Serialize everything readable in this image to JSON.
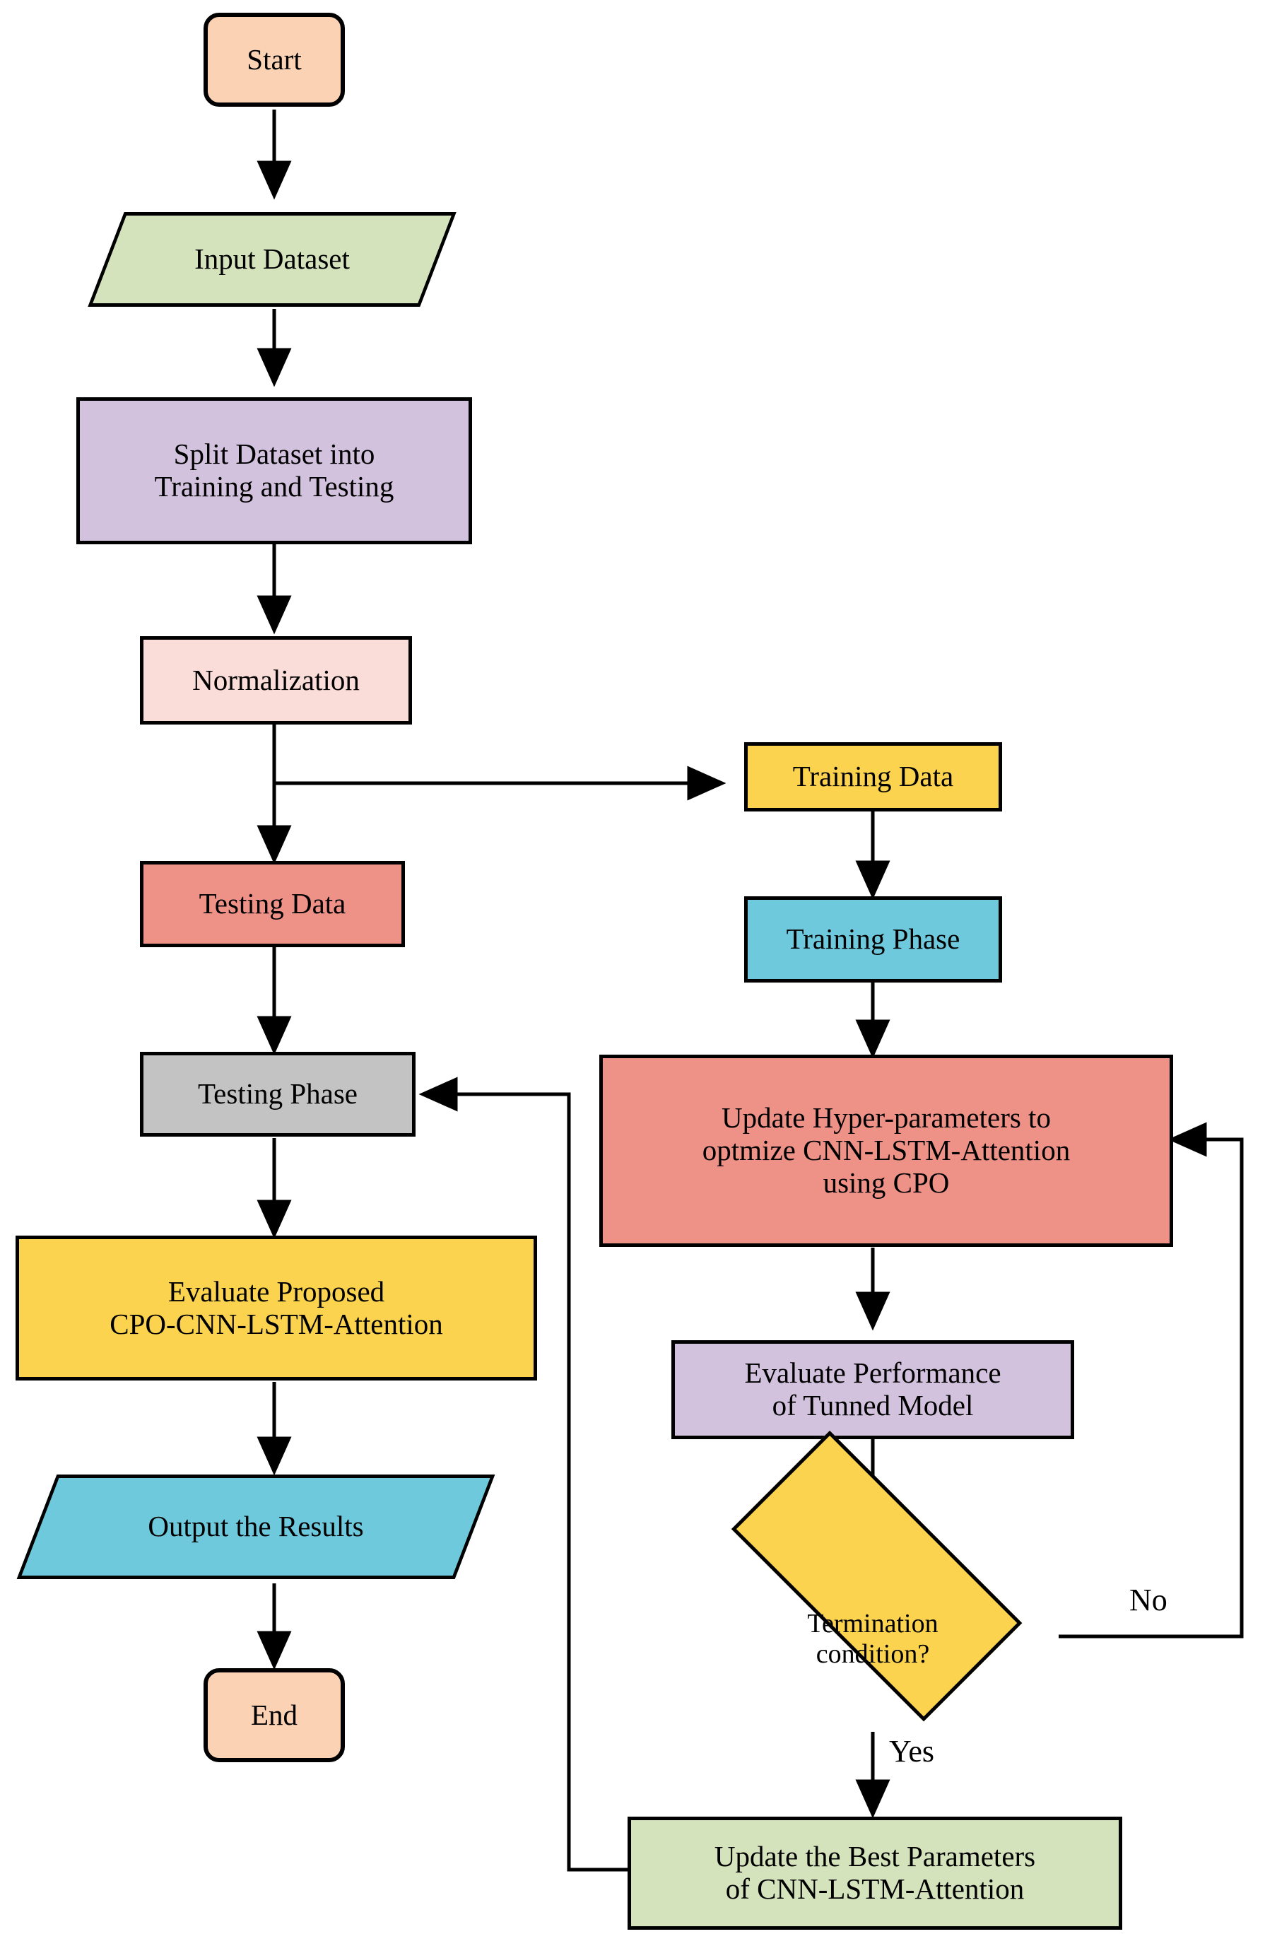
{
  "diagram": {
    "title": "CPO-CNN-LSTM-Attention Workflow Flowchart",
    "background": "#ffffff",
    "stroke": "#000000"
  },
  "palette": {
    "terminator_peach": "#FBD3B4",
    "input_green": "#D5E3BC",
    "split_purple": "#D3C2DE",
    "normalization_pink": "#FADCD9",
    "testing_data_salmon": "#EE9287",
    "training_data_yellow": "#FCD34F",
    "training_phase_cyan": "#6EC9DD",
    "testing_phase_gray": "#C3C3C3",
    "update_hyper_salmon": "#EE9287",
    "evaluate_yellow": "#FBD34F",
    "evaluate_perf_purple": "#D3C2DE",
    "termination_yellow": "#FBD34F",
    "output_cyan": "#6EC9DD",
    "best_params_green": "#D5E3BC"
  },
  "nodes": {
    "start": {
      "label": "Start",
      "shape": "terminator",
      "fill": "#FBD3B4"
    },
    "input_dataset": {
      "label": "Input Dataset",
      "shape": "parallelogram",
      "fill": "#D5E3BC"
    },
    "split_dataset": {
      "label": "Split Dataset into\nTraining and Testing",
      "shape": "rect",
      "fill": "#D3C2DE"
    },
    "normalization": {
      "label": "Normalization",
      "shape": "rect",
      "fill": "#FADCD9"
    },
    "testing_data": {
      "label": "Testing Data",
      "shape": "rect",
      "fill": "#EE9287"
    },
    "training_data": {
      "label": "Training Data",
      "shape": "rect",
      "fill": "#FCD34F"
    },
    "training_phase": {
      "label": "Training Phase",
      "shape": "rect",
      "fill": "#6EC9DD"
    },
    "testing_phase": {
      "label": "Testing Phase",
      "shape": "rect",
      "fill": "#C3C3C3"
    },
    "update_hyperparameters": {
      "label": "Update Hyper-parameters to\noptmize CNN-LSTM-Attention\nusing CPO",
      "shape": "rect",
      "fill": "#EE9287"
    },
    "evaluate_proposed": {
      "label": "Evaluate Proposed\nCPO-CNN-LSTM-Attention",
      "shape": "rect",
      "fill": "#FBD34F"
    },
    "evaluate_performance": {
      "label": "Evaluate Performance\nof Tunned Model",
      "shape": "rect",
      "fill": "#D3C2DE"
    },
    "termination_condition": {
      "label": "Termination\ncondition?",
      "shape": "diamond",
      "fill": "#FBD34F"
    },
    "output_results": {
      "label": "Output the Results",
      "shape": "parallelogram",
      "fill": "#6EC9DD"
    },
    "end": {
      "label": "End",
      "shape": "terminator",
      "fill": "#FBD3B4"
    },
    "update_best_parameters": {
      "label": "Update the Best Parameters\nof CNN-LSTM-Attention",
      "shape": "rect",
      "fill": "#D5E3BC"
    }
  },
  "edge_labels": {
    "no": "No",
    "yes": "Yes"
  },
  "edges": [
    {
      "from": "start",
      "to": "input_dataset",
      "label": ""
    },
    {
      "from": "input_dataset",
      "to": "split_dataset",
      "label": ""
    },
    {
      "from": "split_dataset",
      "to": "normalization",
      "label": ""
    },
    {
      "from": "normalization",
      "to": "testing_data",
      "label": ""
    },
    {
      "from": "normalization",
      "to": "training_data",
      "label": ""
    },
    {
      "from": "training_data",
      "to": "training_phase",
      "label": ""
    },
    {
      "from": "training_phase",
      "to": "update_hyperparameters",
      "label": ""
    },
    {
      "from": "testing_data",
      "to": "testing_phase",
      "label": ""
    },
    {
      "from": "testing_phase",
      "to": "evaluate_proposed",
      "label": ""
    },
    {
      "from": "evaluate_proposed",
      "to": "output_results",
      "label": ""
    },
    {
      "from": "output_results",
      "to": "end",
      "label": ""
    },
    {
      "from": "update_hyperparameters",
      "to": "evaluate_performance",
      "label": ""
    },
    {
      "from": "evaluate_performance",
      "to": "termination_condition",
      "label": ""
    },
    {
      "from": "termination_condition",
      "to": "update_hyperparameters",
      "label": "No"
    },
    {
      "from": "termination_condition",
      "to": "update_best_parameters",
      "label": "Yes"
    },
    {
      "from": "update_best_parameters",
      "to": "testing_phase",
      "label": ""
    }
  ]
}
